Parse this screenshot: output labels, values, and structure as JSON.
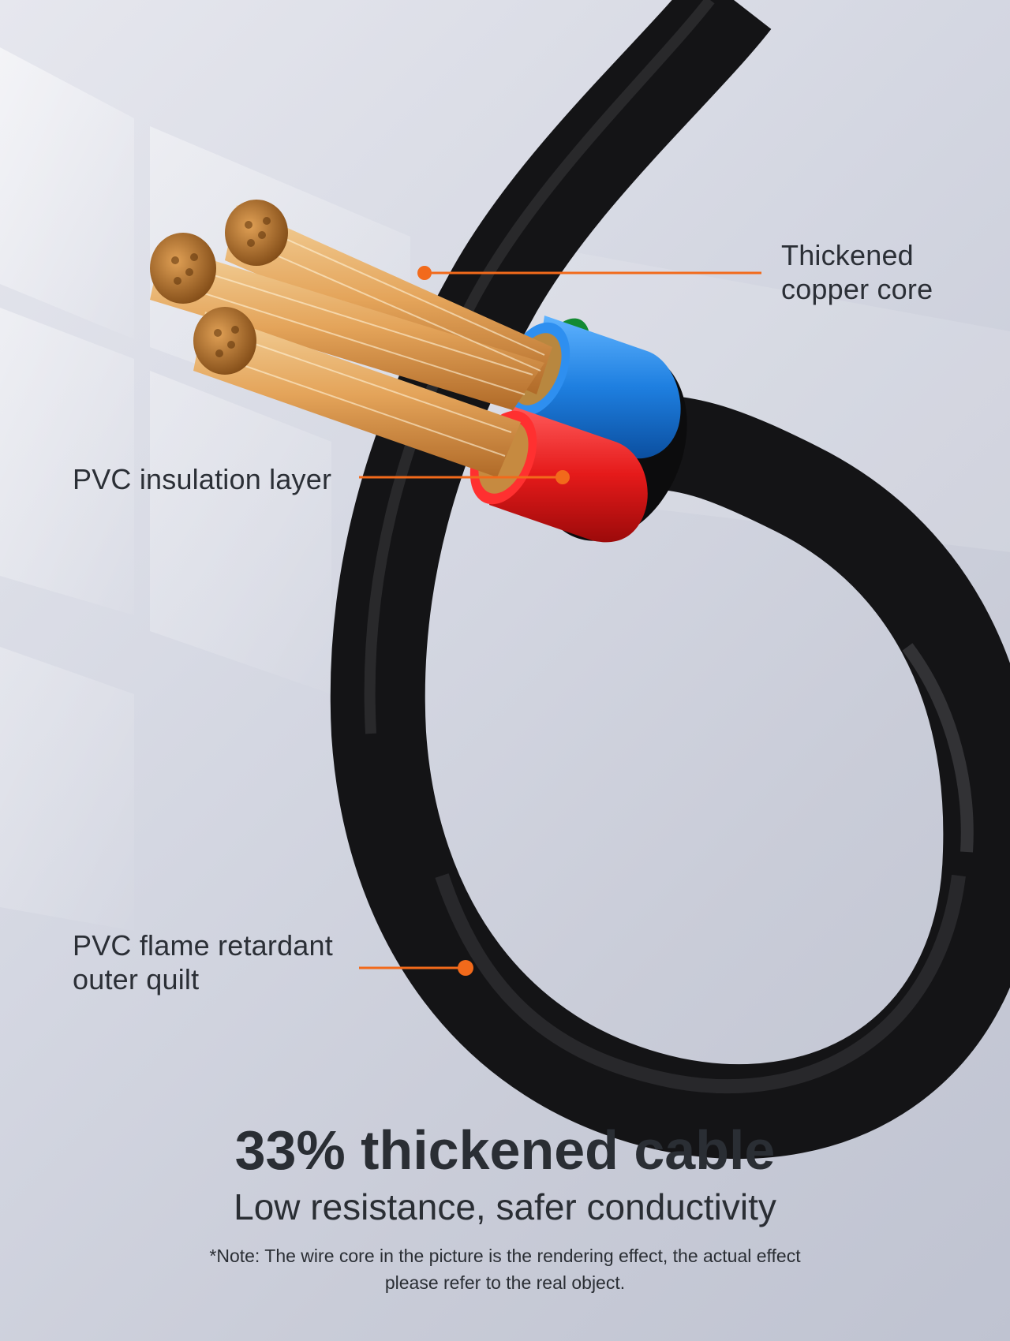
{
  "callouts": {
    "copper_core": "Thickened\ncopper core",
    "insulation": "PVC insulation layer",
    "outer_sheath": "PVC flame retardant\nouter quilt"
  },
  "headline": {
    "title": "33% thickened cable",
    "subtitle": "Low resistance, safer conductivity",
    "note": "*Note: The wire core in the picture is the rendering effect, the actual effect\nplease refer to the real object."
  },
  "colors": {
    "accent_line": "#f26a1b",
    "copper": "#d9973f",
    "blue_insulation": "#1f7fe0",
    "red_insulation": "#e51a1a",
    "green_insulation": "#1e9a3a",
    "sheath": "#1b1b1d"
  }
}
